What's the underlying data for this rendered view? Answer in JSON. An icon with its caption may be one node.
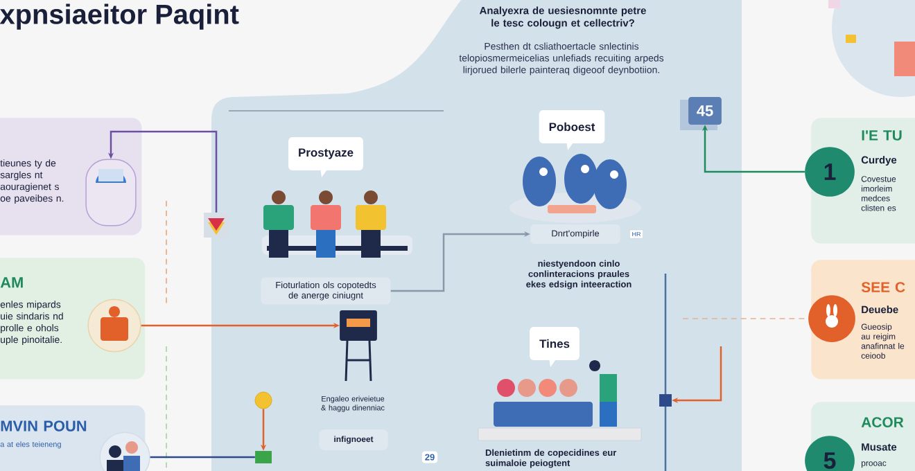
{
  "diagram": {
    "nodes": [
      {
        "text": [
          "tieunes ty de sargles nt aouragienet s oe paveibes n."
        ]
      },
      {
        "text": [],
        "shape": "picture",
        "in": 0
      },
      {
        "text": [
          "AM",
          "enles mipards uie sindaris nd prolle e ohols uple pinoitalie."
        ]
      },
      {
        "text": [],
        "shape": "circle",
        "in": 2
      },
      {
        "text": [
          "MVIN POUN",
          "a at eles teieneng"
        ]
      },
      {
        "text": [],
        "shape": "circle",
        "in": 4
      },
      {
        "text": [],
        "shape": "picture"
      },
      {
        "text": [
          "Prostyaze"
        ]
      },
      {
        "text": [
          "Fioturlation ols copotedts de anerge ciniugnt"
        ]
      },
      {
        "text": [],
        "shape": "picture",
        "beside": [
          "Engaleo eriveietue & haggu dinenniac"
        ]
      },
      {
        "text": [
          "infignoeet"
        ]
      },
      {
        "text": [],
        "shape": "circle"
      },
      {
        "text": [],
        "shape": "box"
      },
      {
        "text": [
          "Poboest"
        ]
      },
      {
        "text": [
          "Dnrt'ompirle"
        ]
      },
      {
        "text": [
          "45"
        ]
      },
      {
        "text": [],
        "shape": "box"
      },
      {
        "text": [
          "Tines"
        ]
      },
      {
        "text": [
          "I'E TU",
          "Curdye",
          "Covestue imorleim medces clisten es"
        ]
      },
      {
        "text": [
          "1"
        ],
        "in": 18
      },
      {
        "text": [
          "SEE C",
          "Deuebe",
          "Gueosip au reigim anafinnat le ceioob"
        ]
      },
      {
        "text": [],
        "shape": "circle",
        "in": 20
      },
      {
        "text": [
          "ACOR",
          "Musate",
          "prooac"
        ]
      },
      {
        "text": [
          "5"
        ],
        "in": 22
      }
    ],
    "edges": [
      {
        "from": 6,
        "to": 1,
        "arrow": "to",
        "color": "#6b4fa0"
      },
      {
        "from": 3,
        "to": 9,
        "arrow": "to",
        "color": "#e2612a"
      },
      {
        "from": 8,
        "to": 14,
        "arrow": "to",
        "color": "#8a97a8"
      },
      {
        "from": 19,
        "to": 15,
        "arrow": "to",
        "color": "#1f8a5b"
      },
      {
        "from": 5,
        "to": 12,
        "arrow": "none",
        "color": "#2d4a8a"
      },
      {
        "from": 11,
        "to": 12,
        "arrow": "to",
        "color": "#e2612a"
      },
      {
        "from": null,
        "to": 16,
        "arrow": "to",
        "color": "#e2612a"
      }
    ],
    "labels": [
      "xpnsiaeitor Paqint",
      "Analyexra de uesiesnomnte petre le tesc colougn et cellectriv?",
      "Pesthen dt csliathoertacle snlectinis telopiosmermeicelias unlefiads recuiting arpeds lirjorued bilerle painteraq digeoof deynbotiion.",
      "HR",
      "niestyendoon cinlo conlinteracions praules ekes edsign inteeraction",
      "Dlenietinm de copecidines eur suimaloie peiogtent",
      "29"
    ]
  }
}
